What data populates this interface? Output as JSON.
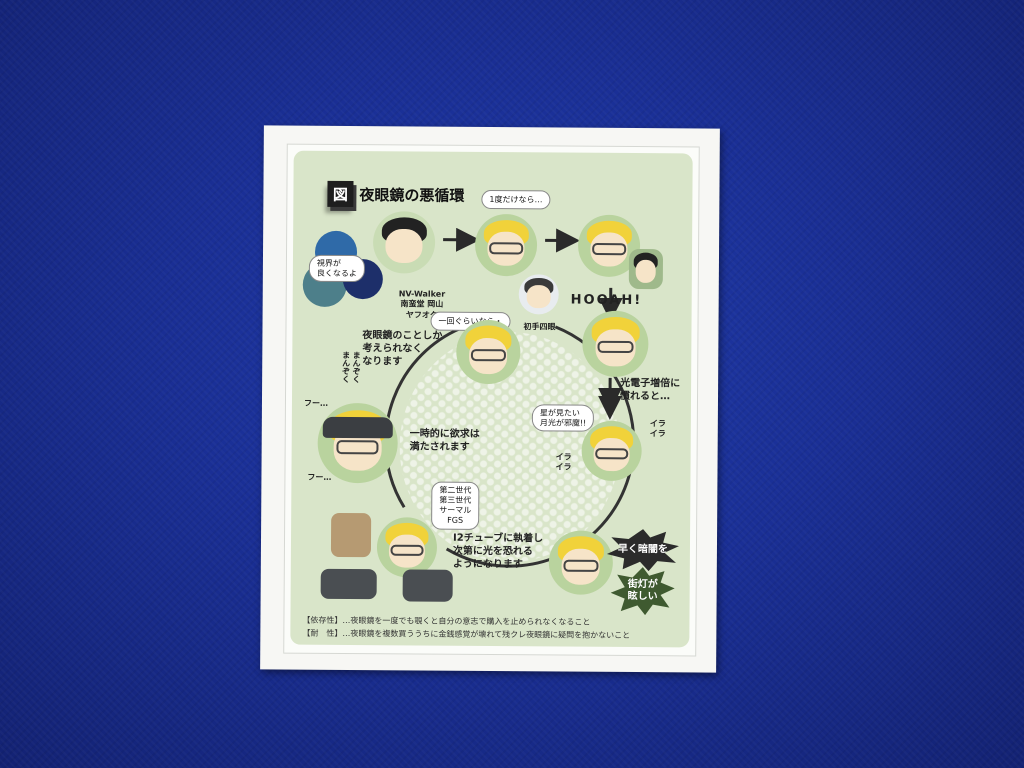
{
  "diagram": {
    "title_icon": "図",
    "title": "夜眼鏡の悪循環",
    "bubbles": {
      "once": "1度だけなら…",
      "vision": "視界が\n良くなるよ",
      "once2": "一回ぐらいなら・",
      "stars": "星が見たい\n月光が邪魔!!"
    },
    "labels": {
      "shops": "NV-Walker\n南蛮堂 岡山\nヤフオク",
      "first": "初手四眼",
      "hooah": "HOOAH!",
      "cant_stop": "夜眼鏡のことしか\n考えられなく\nなります",
      "photon": "光電子増倍に\n慣れると…",
      "satisfied": "一時的に欲求は\n満たされます",
      "fear_light": "I2チューブに執着し\n次第に光を恐れる\nようになります",
      "gens": "第二世代\n第三世代\nサーマル\nFGS",
      "manzoku": "まんぞく\nまんぞく",
      "fuu1": "フー…",
      "fuu2": "フー…",
      "ira1": "イラ\nイラ",
      "ira2": "イラ\nイラ",
      "badge_dark": "早く暗闇を",
      "badge_street": "街灯が\n眩しい"
    },
    "footer": [
      "【依存性】…夜眼鏡を一度でも覗くと自分の意志で購入を止められなくなること",
      "【耐　性】…夜眼鏡を複数買ううちに金銭感覚が壊れて残クレ夜眼鏡に疑問を抱かないこと"
    ]
  },
  "colors": {
    "background": "#1c33a0",
    "panel": "#d9e5c9",
    "badge_dark": "#2b2b2b",
    "badge_green": "#3f5a30"
  }
}
